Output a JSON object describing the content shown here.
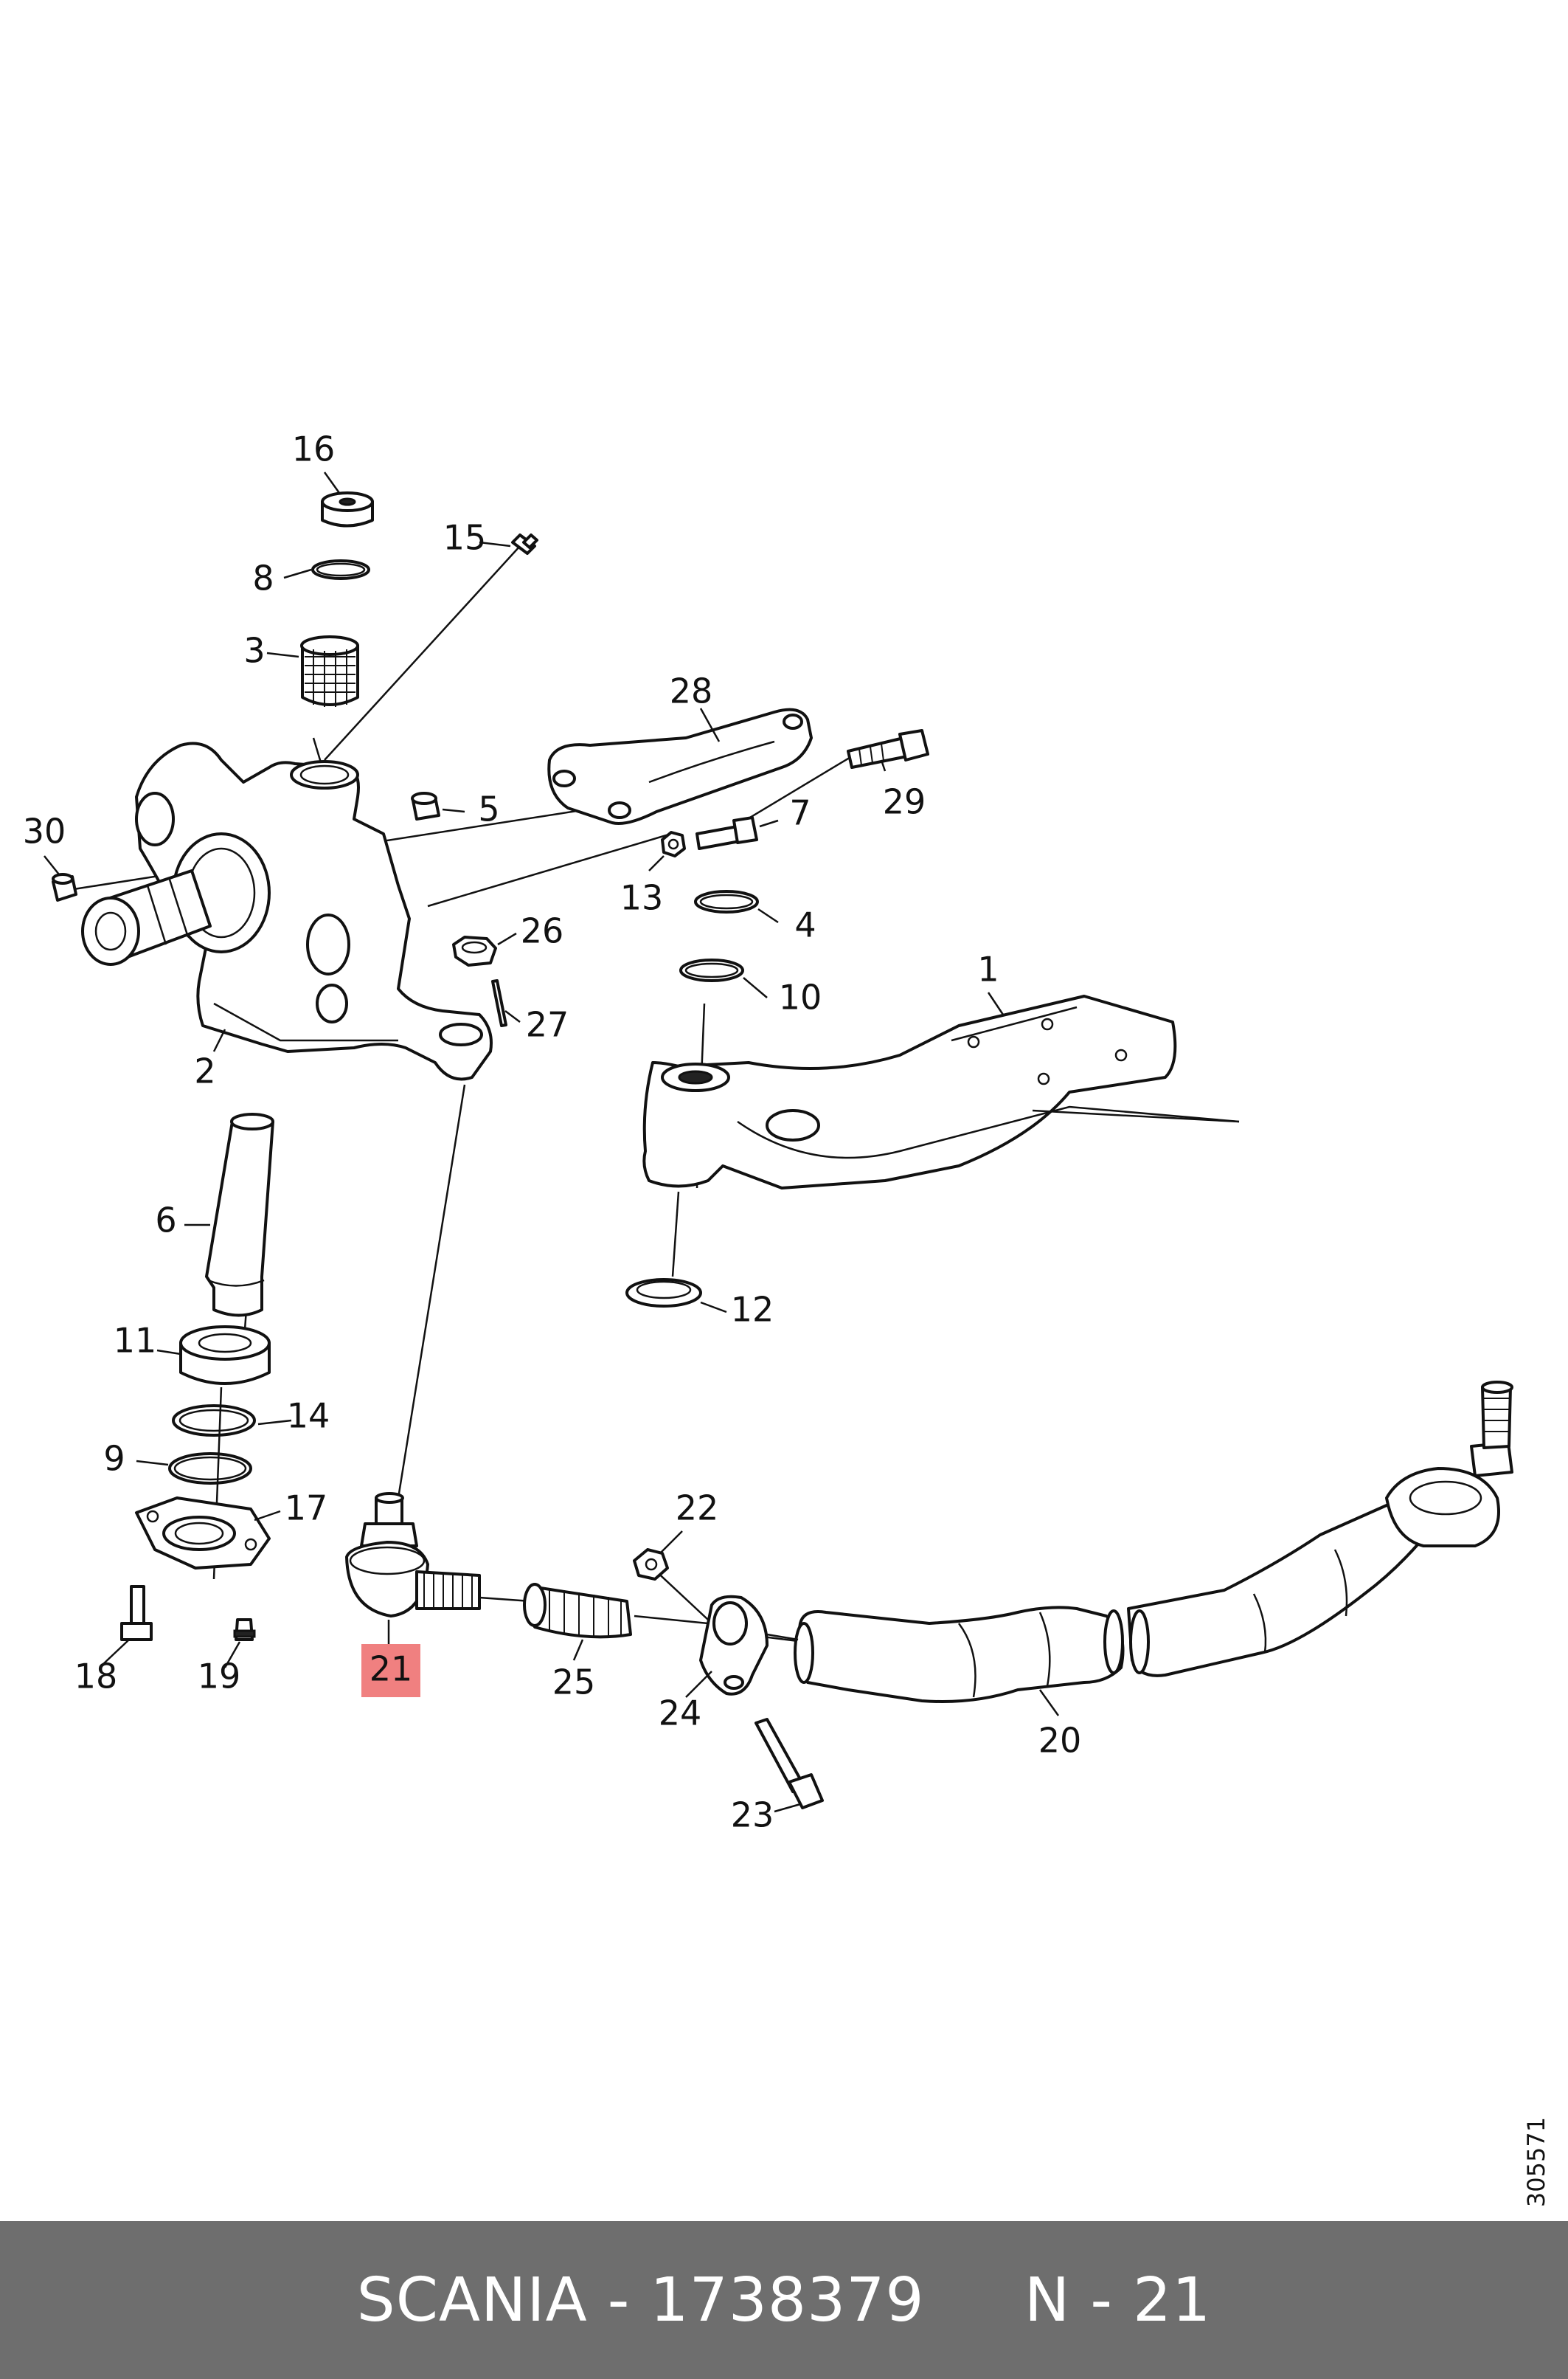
{
  "diagram": {
    "labels": [
      "16",
      "15",
      "8",
      "3",
      "28",
      "29",
      "5",
      "7",
      "30",
      "13",
      "26",
      "4",
      "10",
      "1",
      "27",
      "2",
      "6",
      "11",
      "14",
      "9",
      "17",
      "22",
      "12",
      "18",
      "19",
      "21",
      "25",
      "24",
      "20",
      "23"
    ],
    "highlighted_label": "21",
    "highlight_color": "#f08080",
    "reference_number": "305571"
  },
  "footer": {
    "text": "SCANIA - 1738379     N - 21",
    "background_color": "#6e6e6e",
    "text_color": "#ffffff"
  }
}
